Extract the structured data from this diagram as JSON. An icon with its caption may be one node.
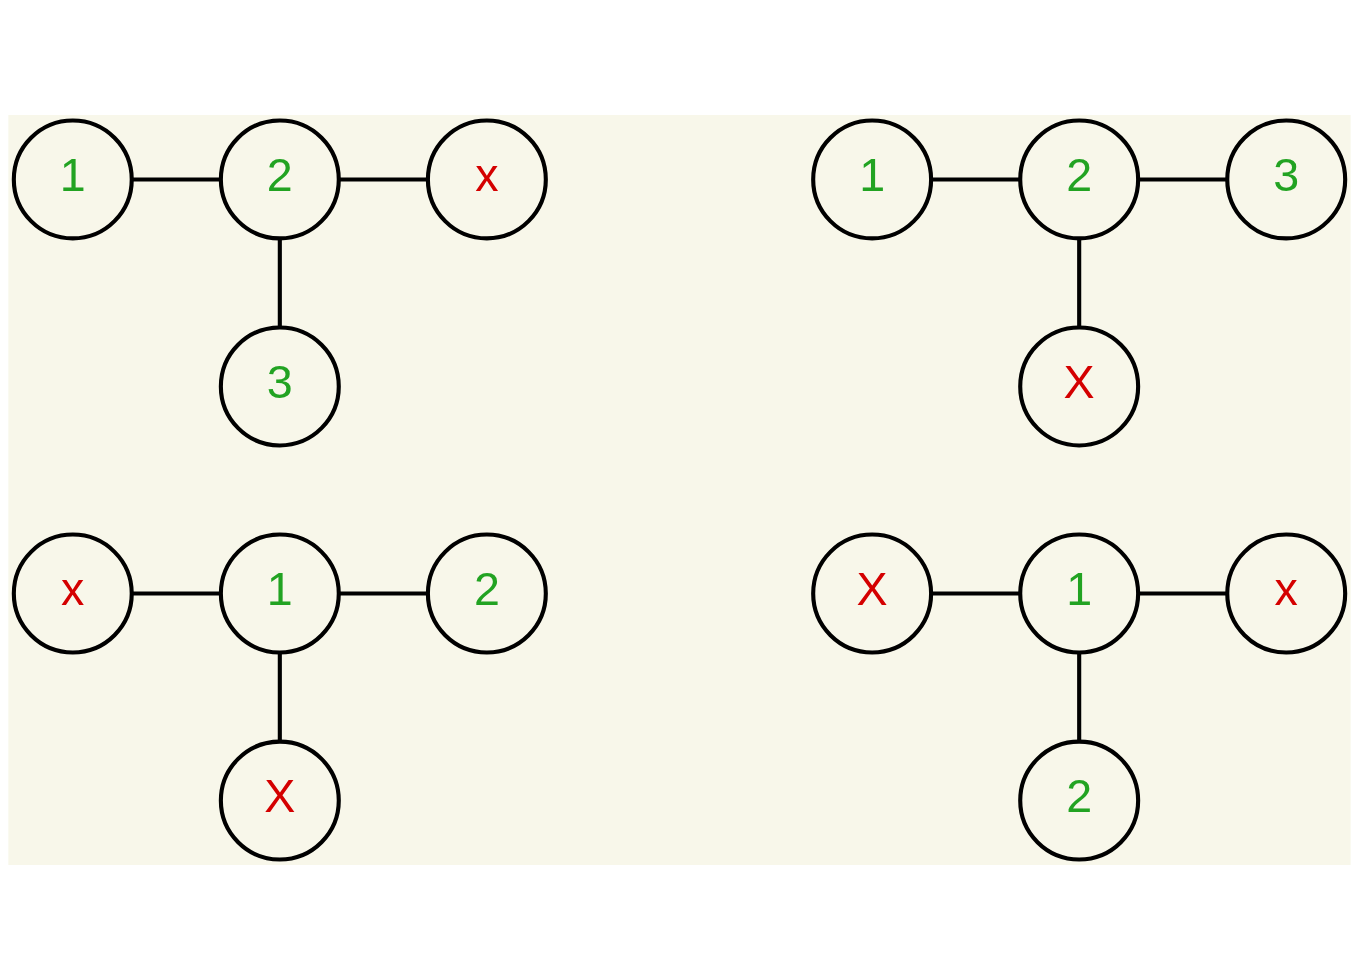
{
  "diagram": {
    "nodes": [
      {
        "text": [
          "1"
        ]
      },
      {
        "text": [
          "2"
        ]
      },
      {
        "text": [
          "x"
        ]
      },
      {
        "text": [
          "3"
        ]
      },
      {
        "text": [
          "1"
        ]
      },
      {
        "text": [
          "2"
        ]
      },
      {
        "text": [
          "3"
        ]
      },
      {
        "text": [
          "X"
        ]
      },
      {
        "text": [
          "x"
        ]
      },
      {
        "text": [
          "1"
        ]
      },
      {
        "text": [
          "2"
        ]
      },
      {
        "text": [
          "X"
        ]
      },
      {
        "text": [
          "X"
        ]
      },
      {
        "text": [
          "1"
        ]
      },
      {
        "text": [
          "x"
        ]
      },
      {
        "text": [
          "2"
        ]
      }
    ],
    "edges": [
      {
        "from": 0,
        "to": 1,
        "arrow": "none"
      },
      {
        "from": 1,
        "to": 2,
        "arrow": "none"
      },
      {
        "from": 1,
        "to": 3,
        "arrow": "none"
      },
      {
        "from": 4,
        "to": 5,
        "arrow": "none"
      },
      {
        "from": 5,
        "to": 6,
        "arrow": "none"
      },
      {
        "from": 5,
        "to": 7,
        "arrow": "none"
      },
      {
        "from": 8,
        "to": 9,
        "arrow": "none"
      },
      {
        "from": 9,
        "to": 10,
        "arrow": "none"
      },
      {
        "from": 9,
        "to": 11,
        "arrow": "none"
      },
      {
        "from": 12,
        "to": 13,
        "arrow": "none"
      },
      {
        "from": 13,
        "to": 14,
        "arrow": "none"
      },
      {
        "from": 13,
        "to": 15,
        "arrow": "none"
      }
    ]
  }
}
